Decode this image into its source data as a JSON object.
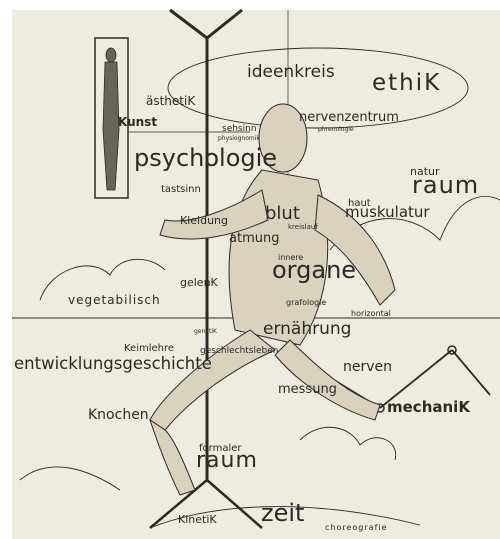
{
  "labels": {
    "ideenkreis": "ideenkreis",
    "ethik": "ethiK",
    "aesthetik": "ästhetiK",
    "kunst": "Kunst",
    "nervenzentrum": "nervenzentrum",
    "sehsinn": "sehsinn",
    "physiognomik": "physiognomik",
    "phrenologie": "phrenologie",
    "psychologie": "psychologie",
    "natur": "natur",
    "raum_top": "raum",
    "tastsinn": "tastsinn",
    "haut": "haut",
    "muskulatur": "muskulatur",
    "blut": "blut",
    "kreislauf": "kreislauf",
    "kleidung": "Kleidung",
    "atmung": "atmung",
    "innere": "innere",
    "organe": "organe",
    "gelenk": "gelenK",
    "vegetabilisch": "vegetabilisch",
    "grafologie": "grafologie",
    "horizontal": "horizontal",
    "genetik": "genetiK",
    "ernaehrung": "ernährung",
    "keimlehre": "Keimlehre",
    "geschlechtsleben": "geschlechtsleben",
    "entwicklungsgeschichte": "entwicklungsgeschichte",
    "nerven": "nerven",
    "messung": "messung",
    "mechanik": "mechaniK",
    "knochen": "Knochen",
    "formaler": "formaler",
    "raum_bottom": "raum",
    "kinetik": "KinetiK",
    "zeit": "zeit",
    "choreografie": "choreografie"
  },
  "colors": {
    "paper": "#eeecdf",
    "ink": "#2b2a26",
    "figure": "#d9d2bd"
  }
}
